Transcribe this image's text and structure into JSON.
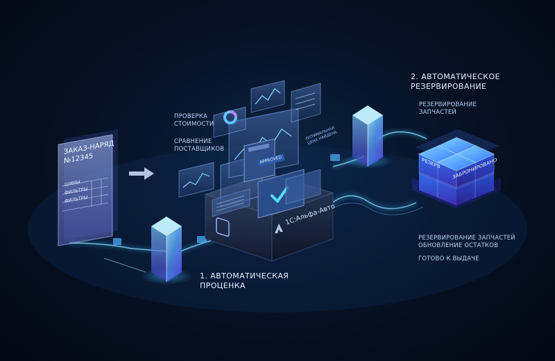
{
  "colors": {
    "background": "#040b18",
    "accent_cyan": "#39c6ff",
    "accent_violet": "#8a6bff",
    "text": "#e6f0ff"
  },
  "document": {
    "title_line1": "ЗАКАЗ-НАРЯД",
    "title_line2": "№12345",
    "rows": [
      "ШИНЫ",
      "ФИЛЬТРЫ",
      "ФИЛЬТРЫ"
    ]
  },
  "labels": {
    "price_check_1": "ПРОВЕРКА",
    "price_check_2": "СТОИМОСТИ",
    "suppliers_1": "СРАВНЕНИЕ",
    "suppliers_2": "ПОСТАВЩИКОВ",
    "best_price_1": "ОПТИМАЛЬНАЯ",
    "best_price_2": "ЦЕНА НАЙДЕНА",
    "approved": "APPROVED",
    "brand": "1С:Альфа-Авто",
    "step1_line1": "1. АВТОМАТИЧЕСКАЯ",
    "step1_line2": "ПРОЦЕНКА",
    "step2_line1": "2. АВТОМАТИЧЕСКОЕ",
    "step2_line2": "РЕЗЕРВИРОВАНИЕ",
    "reserve_parts_1": "РЕЗЕРВИРОВАНИЕ",
    "reserve_parts_2": "ЗАПЧАСТЕЙ",
    "cube_left": "РЕЗЕРВ",
    "cube_right": "ЗАБРОНИРОВАНО",
    "status_1": "РЕЗЕРВИРОВАНИЕ ЗАПЧАСТЕЙ",
    "status_2": "ОБНОВЛЕНИЕ ОСТАТКОВ",
    "status_3": "ГОТОВО К ВЫДАЧЕ"
  },
  "icons": [
    "arrow-right-icon",
    "check-icon",
    "brand-logo-icon",
    "calculator-icon",
    "donut-chart-icon",
    "line-chart-icon"
  ]
}
